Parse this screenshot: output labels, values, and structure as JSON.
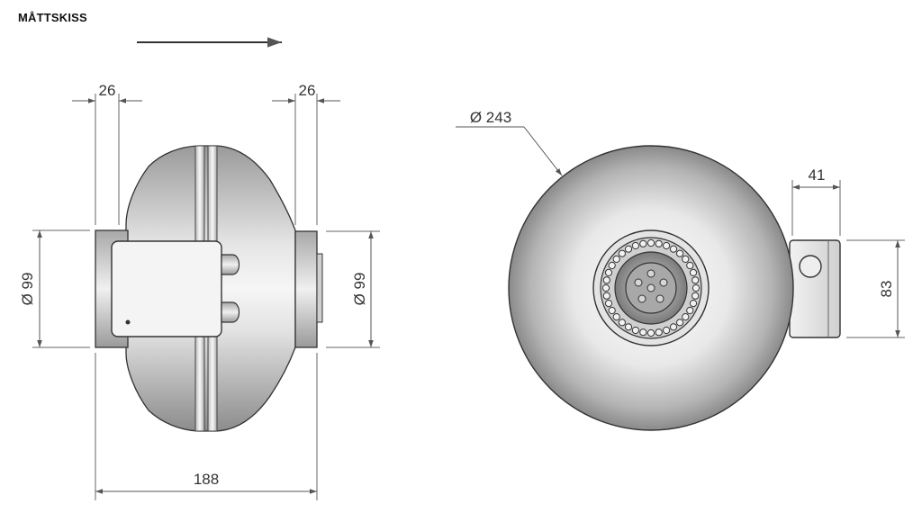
{
  "title": "MÅTTSKISS",
  "dimensions": {
    "left_flange_width": "26",
    "right_flange_width": "26",
    "left_spigot_diameter": "Ø 99",
    "right_spigot_diameter": "Ø 99",
    "overall_length": "188",
    "housing_diameter": "Ø 243",
    "terminal_box_width": "41",
    "terminal_box_height": "83"
  },
  "colors": {
    "dimension_line": "#555555",
    "body_light": "#f4f4f4",
    "body_dark": "#8a8a8a",
    "outline": "#333333"
  }
}
